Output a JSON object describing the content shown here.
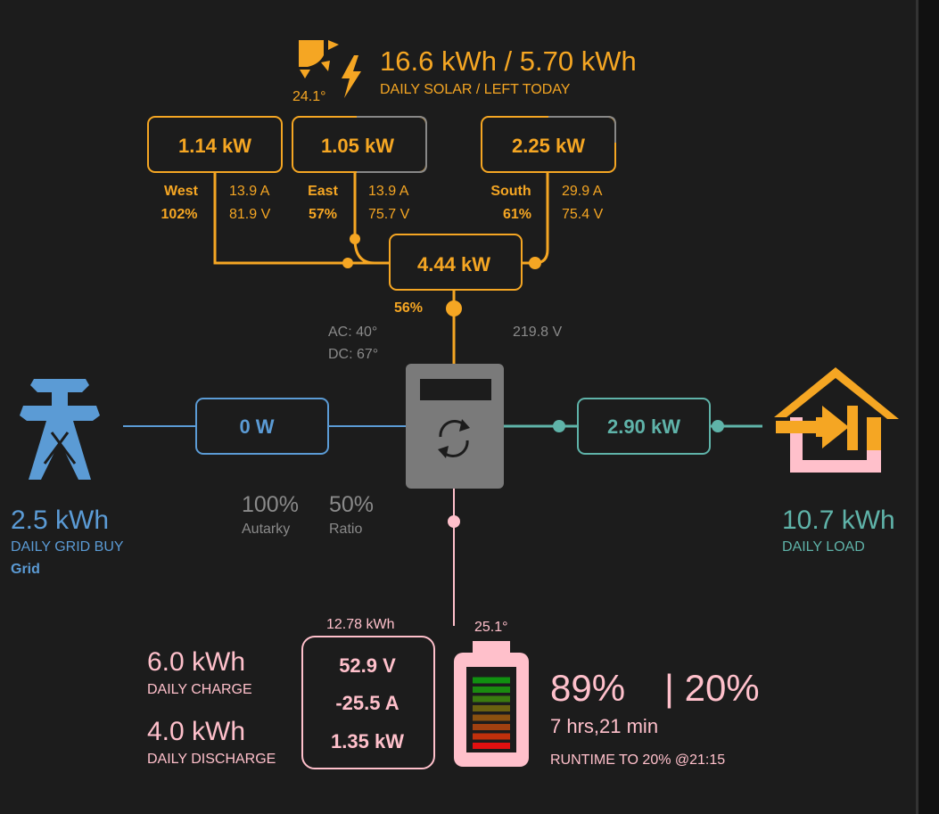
{
  "colors": {
    "solar": "#f5a623",
    "grid": "#5b9bd5",
    "load": "#5fb3a9",
    "battery": "#ffc0cb",
    "inverter": "#7a7a7a"
  },
  "solar": {
    "icon": "sun-bolt-icon",
    "temp": "24.1°",
    "total": "16.6 kWh / 5.70 kWh",
    "total_label": "DAILY SOLAR / LEFT TODAY",
    "pv": [
      {
        "power": "1.14 kW",
        "name": "West",
        "pct": "102%",
        "amps": "13.9 A",
        "volts": "81.9 V"
      },
      {
        "power": "1.05 kW",
        "name": "East",
        "pct": "57%",
        "amps": "13.9 A",
        "volts": "75.7 V"
      },
      {
        "power": "2.25 kW",
        "name": "South",
        "pct": "61%",
        "amps": "29.9 A",
        "volts": "75.4 V"
      }
    ],
    "combined": "4.44 kW",
    "combined_pct": "56%"
  },
  "inverter": {
    "icon": "inverter-icon",
    "ac_temp": "AC: 40°",
    "dc_temp": "DC: 67°",
    "voltage": "219.8 V",
    "autarky": "100%",
    "autarky_label": "Autarky",
    "ratio": "50%",
    "ratio_label": "Ratio"
  },
  "grid": {
    "icon": "transmission-tower-icon",
    "power": "0 W",
    "daily": "2.5 kWh",
    "daily_label": "DAILY GRID BUY",
    "name": "Grid"
  },
  "load": {
    "icon": "home-import-icon",
    "power": "2.90 kW",
    "daily": "10.7 kWh",
    "daily_label": "DAILY LOAD"
  },
  "battery": {
    "capacity": "12.78 kWh",
    "voltage": "52.9 V",
    "current": "-25.5 A",
    "power": "1.35 kW",
    "temp": "25.1°",
    "soc": "89%",
    "min_soc": "| 20%",
    "runtime": "7 hrs,21 min",
    "runtime_label": "RUNTIME TO 20% @21:15",
    "charge": "6.0 kWh",
    "charge_label": "DAILY CHARGE",
    "discharge": "4.0 kWh",
    "discharge_label": "DAILY DISCHARGE",
    "level": 0.89
  }
}
